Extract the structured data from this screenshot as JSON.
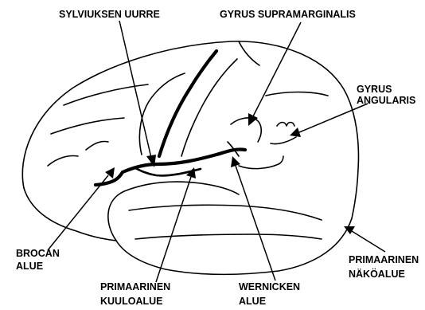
{
  "labels": {
    "sylvian": "SYLVIUKSEN UURRE",
    "supramarginal": "GYRUS SUPRAMARGINALIS",
    "angular_line1": "GYRUS",
    "angular_line2": "ANGULARIS",
    "broca_line1": "BROCAN",
    "broca_line2": "ALUE",
    "auditory_line1": "PRIMAARINEN",
    "auditory_line2": "KUULOALUE",
    "wernicke_line1": "WERNICKEN",
    "wernicke_line2": "ALUE",
    "visual_line1": "PRIMAARINEN",
    "visual_line2": "NÄKÖALUE"
  }
}
